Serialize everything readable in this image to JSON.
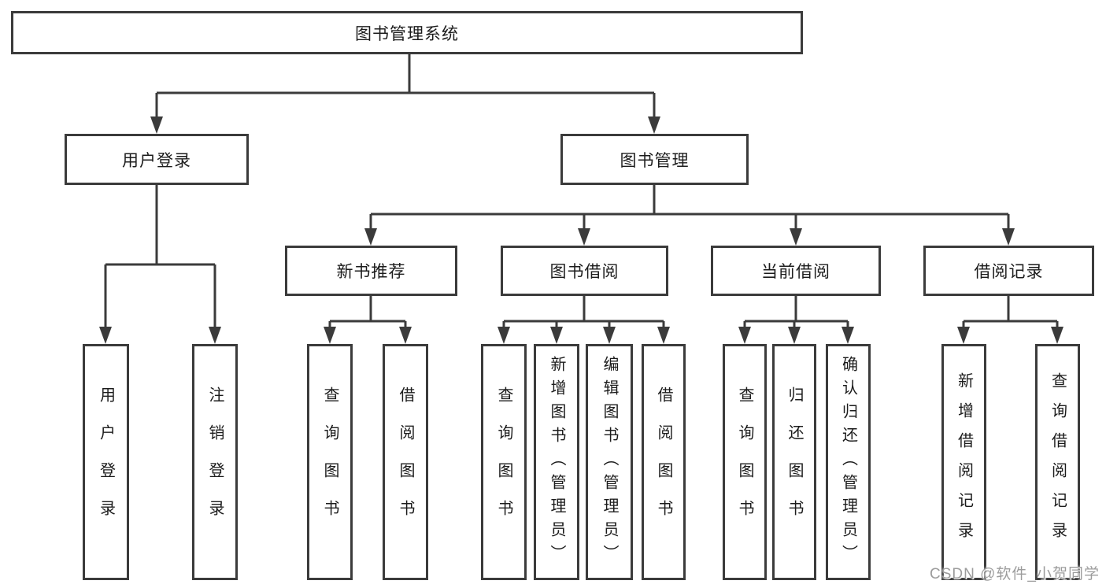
{
  "diagram": {
    "root": {
      "label": "图书管理系统"
    },
    "branches": {
      "user_login": {
        "label": "用户登录",
        "leaves": [
          "用户登录",
          "注销登录"
        ]
      },
      "book_management": {
        "label": "图书管理",
        "children": {
          "new_book_recommend": {
            "label": "新书推荐",
            "leaves": [
              "查询图书",
              "借阅图书"
            ]
          },
          "book_borrow": {
            "label": "图书借阅",
            "leaves": [
              "查询图书",
              "新增图书（管理员）",
              "编辑图书（管理员）",
              "借阅图书"
            ]
          },
          "current_borrow": {
            "label": "当前借阅",
            "leaves": [
              "查询图书",
              "归还图书",
              "确认归还（管理员）"
            ]
          },
          "borrow_records": {
            "label": "借阅记录",
            "leaves": [
              "新增借阅记录",
              "查询借阅记录"
            ]
          }
        }
      }
    }
  },
  "watermark": {
    "text": "CSDN @软件_小贺同学"
  },
  "colors": {
    "line": "#3b3b3b",
    "text": "#1c1c1c",
    "background": "#ffffff",
    "watermark": "#9c9c9c"
  }
}
